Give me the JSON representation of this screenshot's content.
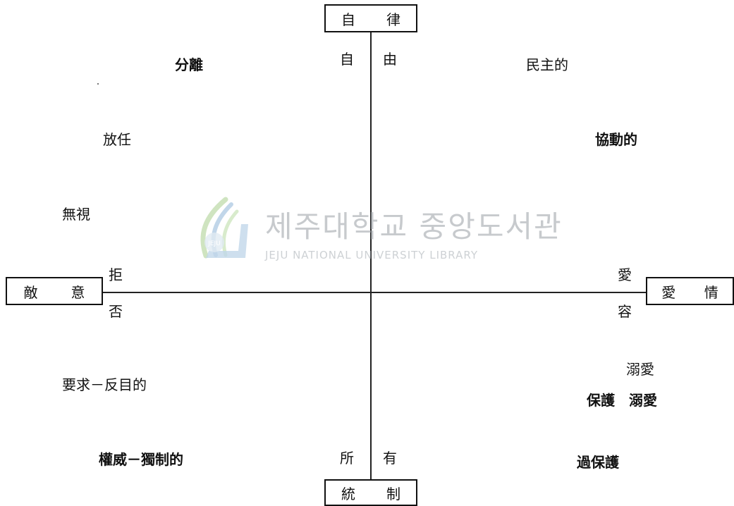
{
  "axes": {
    "top": {
      "left": "自",
      "right": "律"
    },
    "bottom": {
      "left": "統",
      "right": "制"
    },
    "left": {
      "left": "敵",
      "right": "意"
    },
    "right": {
      "left": "愛",
      "right": "情"
    }
  },
  "axis_labels": {
    "top_left": "自",
    "top_right": "由",
    "bottom_left": "所",
    "bottom_right": "有",
    "left_above": "拒",
    "left_below": "否",
    "right_above": "愛",
    "right_below": "容"
  },
  "quadrant_labels": {
    "separation": "分離",
    "neglect": "放任",
    "ignore": "無視",
    "demand_hostile": "要求－反目的",
    "authoritarian": "權威－獨制的",
    "democratic": "民主的",
    "cooperative": "協動的",
    "indulgent": "溺愛",
    "protective_indulgent": "保護　溺愛",
    "overprotective": "過保護"
  },
  "watermark": {
    "korean": "제주대학교 중앙도서관",
    "english": "JEJU NATIONAL UNIVERSITY LIBRARY",
    "logo_text": "JEJU"
  },
  "colors": {
    "line": "#222222",
    "watermark": "#9aa0a6",
    "logo_green": "#a8cf8e",
    "logo_blue": "#8fb6d8"
  }
}
